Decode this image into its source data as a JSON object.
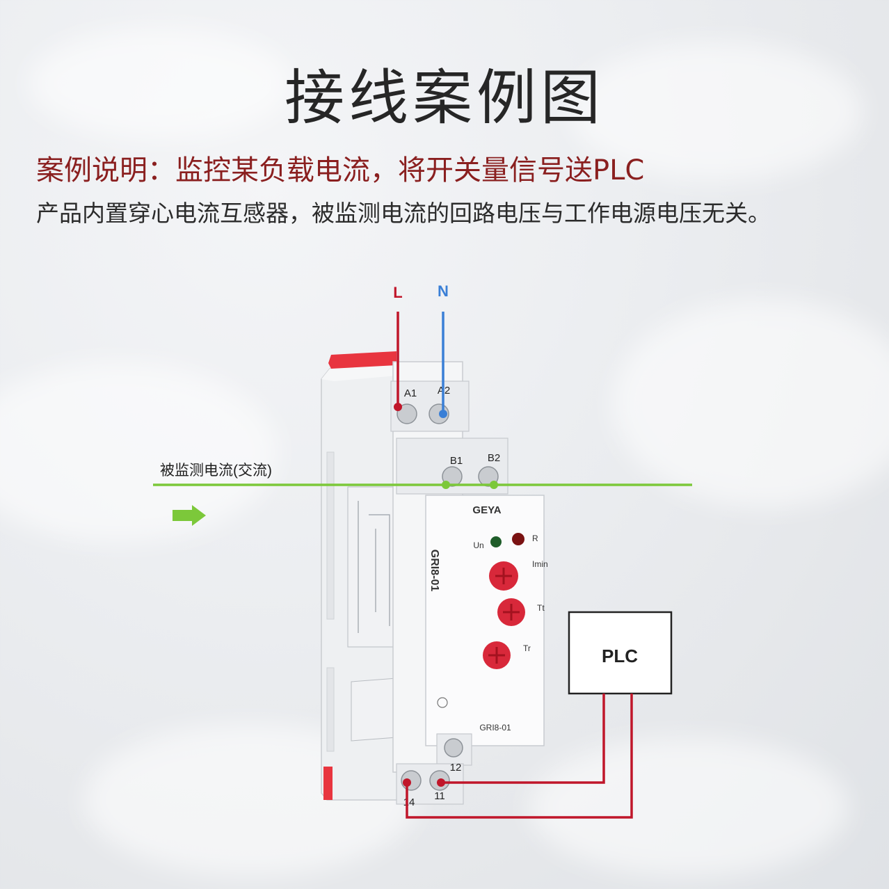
{
  "title": "接线案例图",
  "case_description": "案例说明：监控某负载电流，将开关量信号送PLC",
  "note": "产品内置穿心电流互感器，被监测电流的回路电压与工作电源电压无关。",
  "wires": {
    "L": "L",
    "N": "N",
    "monitored_current": "被监测电流(交流)"
  },
  "terminals": {
    "a1": "A1",
    "a2": "A2",
    "b1": "B1",
    "b2": "B2",
    "t12": "12",
    "t14": "14",
    "t11": "11"
  },
  "device": {
    "brand": "GEYA",
    "model_side": "GRI8-01",
    "model_front": "GRI8-01",
    "led_un": "Un",
    "led_r": "R",
    "knob_imin": "Imin",
    "knob_tt": "Tt",
    "knob_tr": "Tr"
  },
  "plc": {
    "label": "PLC"
  },
  "colors": {
    "live": "#c0162a",
    "neutral": "#3a7fd6",
    "monitored": "#7cc83a",
    "knob": "#d8283a",
    "housing_accent": "#e8353f"
  }
}
